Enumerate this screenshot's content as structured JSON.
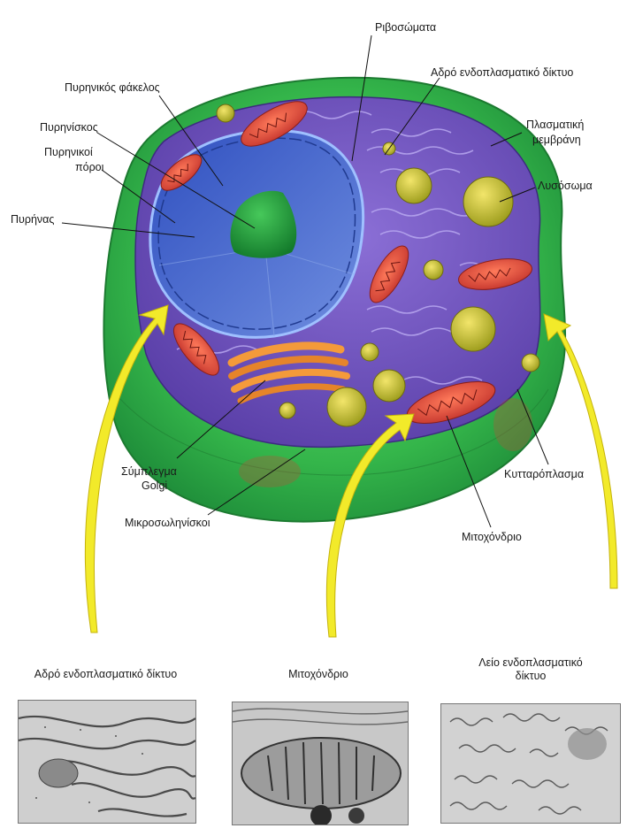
{
  "diagram": {
    "labels": {
      "ribosomes": "Ριβοσώματα",
      "rough_er": "Αδρό ενδοπλασματικό δίκτυο",
      "nuclear_envelope": "Πυρηνικός φάκελος",
      "nucleolus": "Πυρηνίσκος",
      "nuclear_pores_1": "Πυρηνικοί",
      "nuclear_pores_2": "πόροι",
      "nucleus": "Πυρήνας",
      "plasma_membrane_1": "Πλασματική",
      "plasma_membrane_2": "μεμβράνη",
      "lysosome": "Λυσόσωμα",
      "golgi_1": "Σύμπλεγμα",
      "golgi_2": "Golgi",
      "cytoplasm": "Κυτταρόπλασμα",
      "microtubules": "Μικροσωληνίσκοι",
      "mitochondrion": "Μιτοχόνδριο"
    },
    "micrographs": {
      "rough_er_1": "Αδρό ενδοπλασματικό δίκτυο",
      "mitochondrion": "Μιτοχόνδριο",
      "smooth_er_1": "Λείο ενδοπλασματικό",
      "smooth_er_2": "δίκτυο"
    },
    "colors": {
      "membrane_green": "#3fbf4a",
      "cytoplasm_purple": "#6a52b8",
      "nucleus_blue": "#3a56c8",
      "nucleolus_green": "#1f9a3a",
      "mitochondria_red": "#e04a3a",
      "golgi_orange": "#f0902a",
      "lysosome_yellow": "#d6c23a",
      "arrow_yellow": "#f2ea2a"
    }
  }
}
